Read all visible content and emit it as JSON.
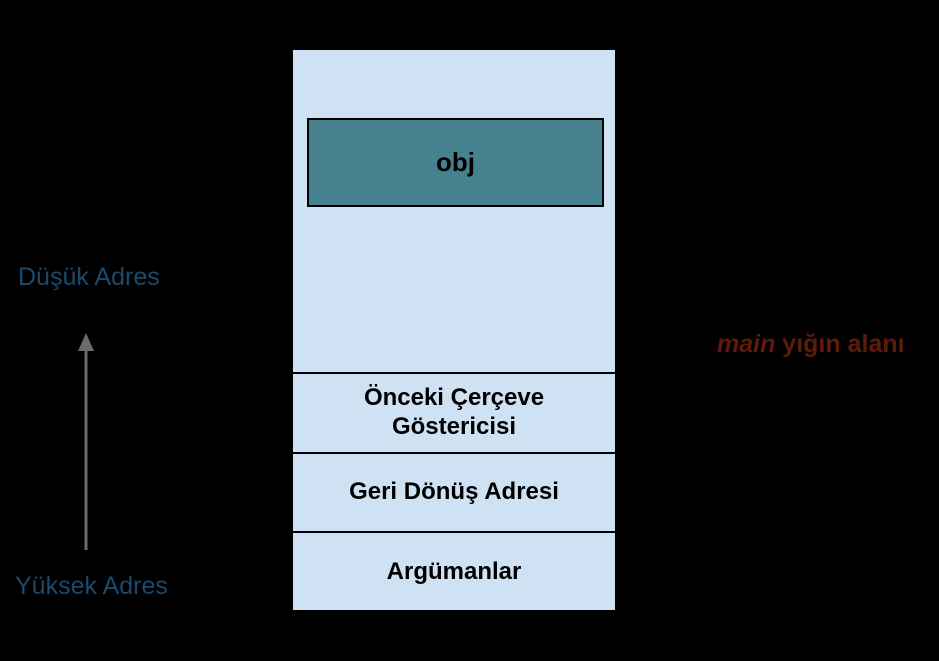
{
  "colors": {
    "background": "#000000",
    "stack_fill": "#cfe2f3",
    "obj_fill": "#45818e",
    "outline": "#000000",
    "frame_text": "#000000",
    "address_text": "#1b4a6e",
    "annotation_text": "#5e1b09",
    "arrow": "#6b6b6b"
  },
  "labels": {
    "low_address": "Düşük Adres",
    "high_address": "Yüksek Adres"
  },
  "annotation": {
    "italic_part": "main",
    "rest_part": " yığın alanı"
  },
  "stack": {
    "obj_label": "obj",
    "frames": [
      {
        "label": "Önceki Çerçeve Göstericisi"
      },
      {
        "label": "Geri Dönüş Adresi"
      },
      {
        "label": "Argümanlar"
      }
    ]
  },
  "icons": {
    "up_arrow": "arrow-up"
  }
}
